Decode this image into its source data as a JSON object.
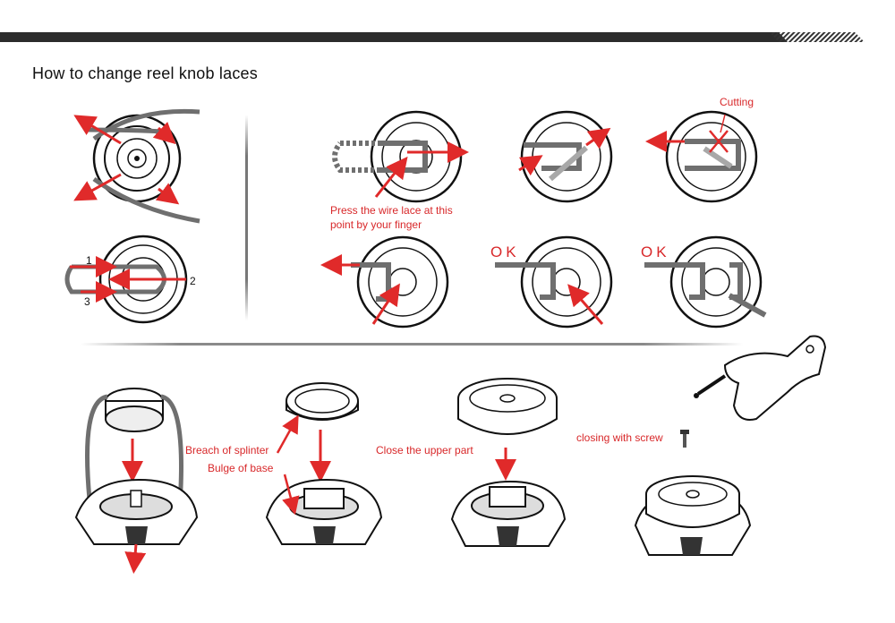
{
  "page": {
    "title": "How to change reel knob laces"
  },
  "labels": {
    "cutting": "Cutting",
    "press_line1": "Press the wire lace at this",
    "press_line2": "point by your finger",
    "ok_1": "OK",
    "ok_2": "OK",
    "breach": "Breach of splinter",
    "bulge": "Bulge of base",
    "close_upper": "Close the upper part",
    "closing_screw": "closing with screw"
  },
  "numbers": {
    "n1": "1",
    "n2": "2",
    "n3": "3"
  },
  "colors": {
    "arrow": "#e02a2a",
    "lace": "#6f6f6f",
    "outline": "#111111",
    "label": "#d8282a"
  }
}
